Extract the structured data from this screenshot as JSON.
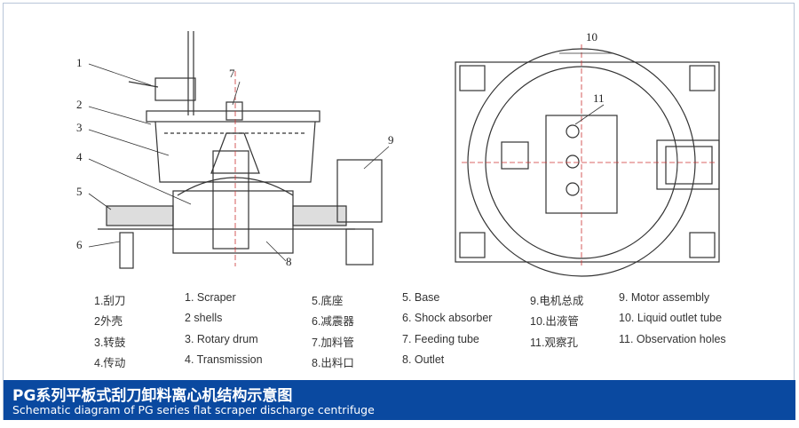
{
  "diagram": {
    "side_view_labels": [
      "1",
      "2",
      "3",
      "4",
      "5",
      "6",
      "7",
      "8",
      "9"
    ],
    "top_view_labels": [
      "10",
      "11"
    ]
  },
  "legend": [
    {
      "cn": "1.刮刀",
      "en": "1. Scraper"
    },
    {
      "cn": "2外壳",
      "en": "2 shells"
    },
    {
      "cn": "3.转鼓",
      "en": "3. Rotary drum"
    },
    {
      "cn": "4.传动",
      "en": "4. Transmission"
    },
    {
      "cn": "5.底座",
      "en": "5. Base"
    },
    {
      "cn": "6.减震器",
      "en": "6. Shock absorber"
    },
    {
      "cn": "7.加料管",
      "en": "7. Feeding tube"
    },
    {
      "cn": "8.出料口",
      "en": "8. Outlet"
    },
    {
      "cn": "9.电机总成",
      "en": "9. Motor assembly"
    },
    {
      "cn": "10.出液管",
      "en": "10. Liquid outlet tube"
    },
    {
      "cn": "11.观察孔",
      "en": "11. Observation holes"
    }
  ],
  "banner": {
    "title_cn": "PG系列平板式刮刀卸料离心机结构示意图",
    "title_en": "Schematic diagram of PG series flat scraper discharge centrifuge",
    "color": "#0a49a0"
  }
}
